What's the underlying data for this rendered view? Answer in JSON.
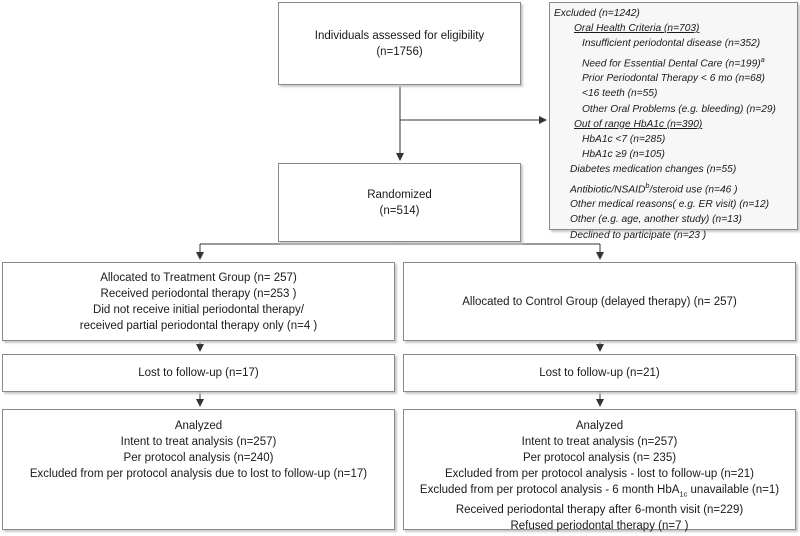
{
  "eligibility": {
    "line1": "Individuals assessed for eligibility",
    "line2": "(n=1756)"
  },
  "randomized": {
    "line1": "Randomized",
    "line2": "(n=514)"
  },
  "excluded": {
    "header": "Excluded (n=1242)",
    "oral_health": "Oral Health Criteria (n=703)",
    "oral_items": [
      "Insufficient periodontal disease (n=352)",
      "Need for Essential Dental Care (n=199)",
      "Prior Periodontal Therapy < 6 mo (n=68)",
      "<16 teeth (n=55)",
      "Other Oral Problems (e.g. bleeding) (n=29)"
    ],
    "hba1c": "Out of range HbA1c (n=390)",
    "hba1c_items": [
      "HbA1c <7 (n=285)",
      "HbA1c ≥9 (n=105)"
    ],
    "other_items": [
      "Diabetes medication changes (n=55)",
      "Antibiotic/NSAID/steroid use (n=46 )",
      "Other medical reasons( e.g. ER visit) (n=12)",
      "Other (e.g. age, another study) (n=13)",
      "Declined to participate (n=23 )"
    ],
    "sup_a": "a",
    "sup_b": "b"
  },
  "treatment": {
    "allocated": [
      "Allocated to Treatment Group (n= 257)",
      "Received periodontal therapy (n=253 )",
      "Did not receive initial periodontal therapy/",
      "received partial periodontal therapy only (n=4 )"
    ],
    "lost": "Lost to follow-up (n=17)",
    "analyzed": [
      "Analyzed",
      "Intent to treat analysis (n=257)",
      "Per protocol analysis (n=240)",
      "Excluded from per protocol analysis due to lost to follow-up (n=17)"
    ]
  },
  "control": {
    "allocated": "Allocated to Control Group (delayed therapy) (n= 257)",
    "lost": "Lost to follow-up (n=21)",
    "analyzed": [
      "Analyzed",
      "Intent to treat analysis (n=257)",
      "Per protocol analysis (n= 235)",
      "Excluded from per protocol analysis - lost to follow-up (n=21)"
    ],
    "hba1c_line_pre": "Excluded from per protocol analysis - 6 month HbA",
    "hba1c_line_sub": "1c",
    "hba1c_line_post": " unavailable (n=1)",
    "analyzed_rest": [
      "Received periodontal therapy after 6-month visit (n=229)",
      "Refused periodontal therapy (n=7 )"
    ]
  }
}
